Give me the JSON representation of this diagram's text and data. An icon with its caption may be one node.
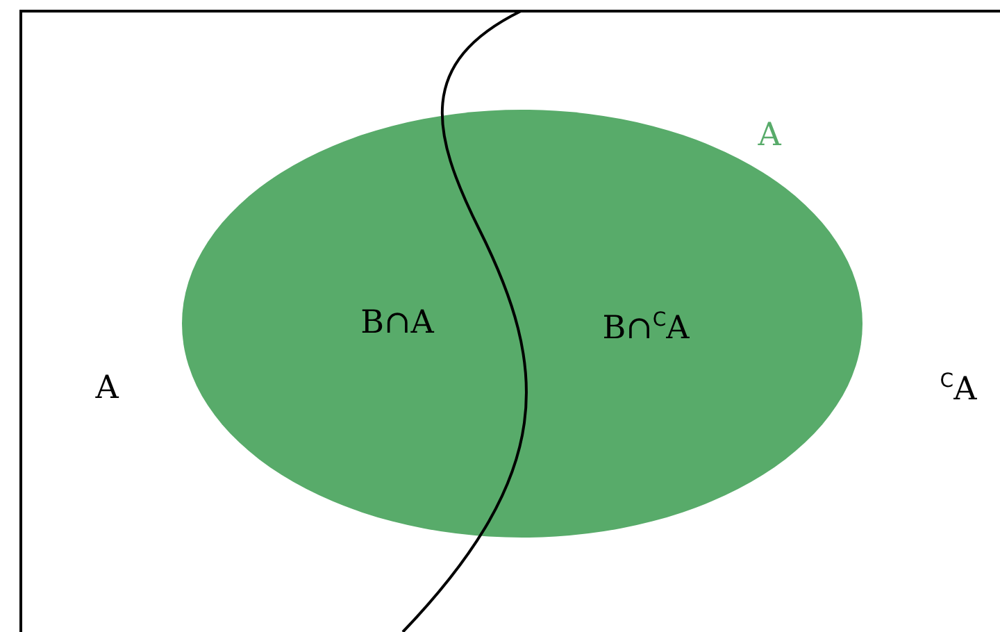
{
  "diagram": {
    "labels": [
      "A",
      "B∩A",
      "B∩$^{C}$A",
      "A",
      "$^{C}$A"
    ]
  }
}
